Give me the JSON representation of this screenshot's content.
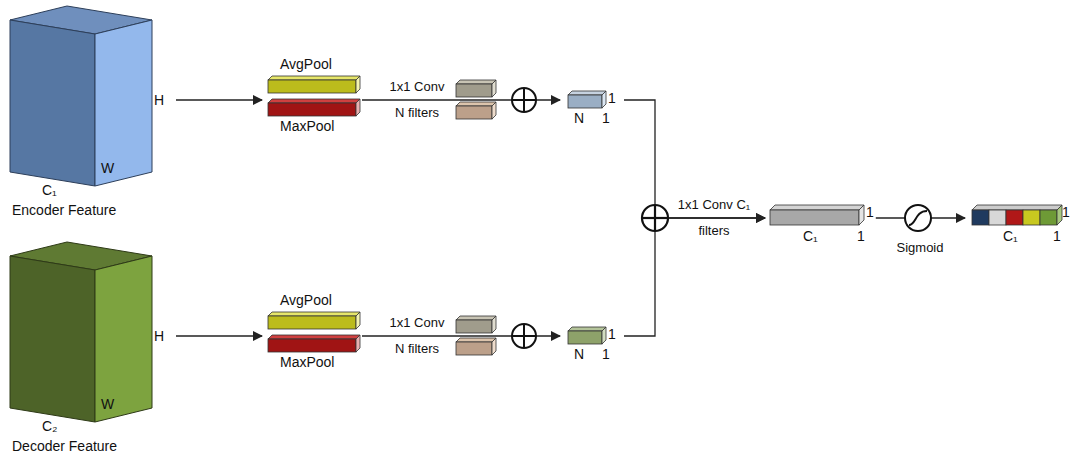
{
  "diagram": {
    "nodes": [
      {
        "text": [
          "H",
          "C₁",
          "W",
          "Encoder Feature"
        ]
      },
      {
        "text": [
          "AvgPool",
          "MaxPool"
        ]
      },
      {
        "text": [
          "N",
          "1",
          "1"
        ]
      },
      {
        "text": [
          "H",
          "C₂",
          "W",
          "Decoder Feature"
        ]
      },
      {
        "text": [
          "AvgPool",
          "MaxPool"
        ]
      },
      {
        "text": [
          "N",
          "1",
          "1"
        ]
      },
      {
        "text": [
          "C₁",
          "1",
          "1"
        ]
      },
      {
        "text": [
          "C₁",
          "1",
          "1"
        ]
      }
    ],
    "edges": [
      {
        "from": 0,
        "to": 1,
        "arrow": "to"
      },
      {
        "from": 1,
        "to": 2,
        "label": "1x1 Conv N filters",
        "arrow": "to"
      },
      {
        "from": 3,
        "to": 4,
        "arrow": "to"
      },
      {
        "from": 4,
        "to": 5,
        "label": "1x1 Conv N filters",
        "arrow": "to"
      },
      {
        "from": 2,
        "to": 6,
        "label": "1x1 Conv C₁ filters",
        "arrow": "to"
      },
      {
        "from": 5,
        "to": 6,
        "arrow": "to"
      },
      {
        "from": 6,
        "to": 7,
        "label": "Sigmoid",
        "arrow": "to"
      }
    ]
  }
}
